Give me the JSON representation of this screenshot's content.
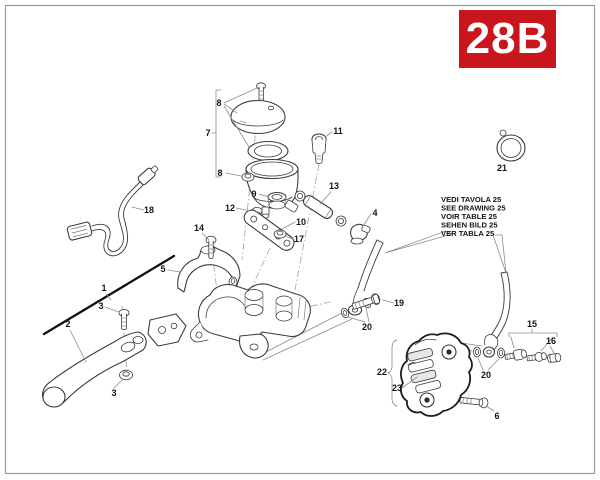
{
  "badge": {
    "label": "28B",
    "bg": "#c9161c",
    "fg": "#ffffff"
  },
  "colors": {
    "outline": "#3c3c3c",
    "leader": "#8c8c8c",
    "label": "#141414",
    "border": "#9c9c9c"
  },
  "note_box": {
    "lines": [
      "VEDI TAVOLA 25",
      "SEE DRAWING 25",
      "VOIR TABLE 25",
      "SEHEN BILD 25",
      "VER TABLA 25"
    ]
  },
  "callouts": [
    "1",
    "2",
    "3",
    "3",
    "4",
    "5",
    "6",
    "7",
    "8",
    "8",
    "9",
    "10",
    "11",
    "12",
    "13",
    "14",
    "15",
    "16",
    "17",
    "18",
    "19",
    "20",
    "20",
    "21",
    "22",
    "23"
  ]
}
